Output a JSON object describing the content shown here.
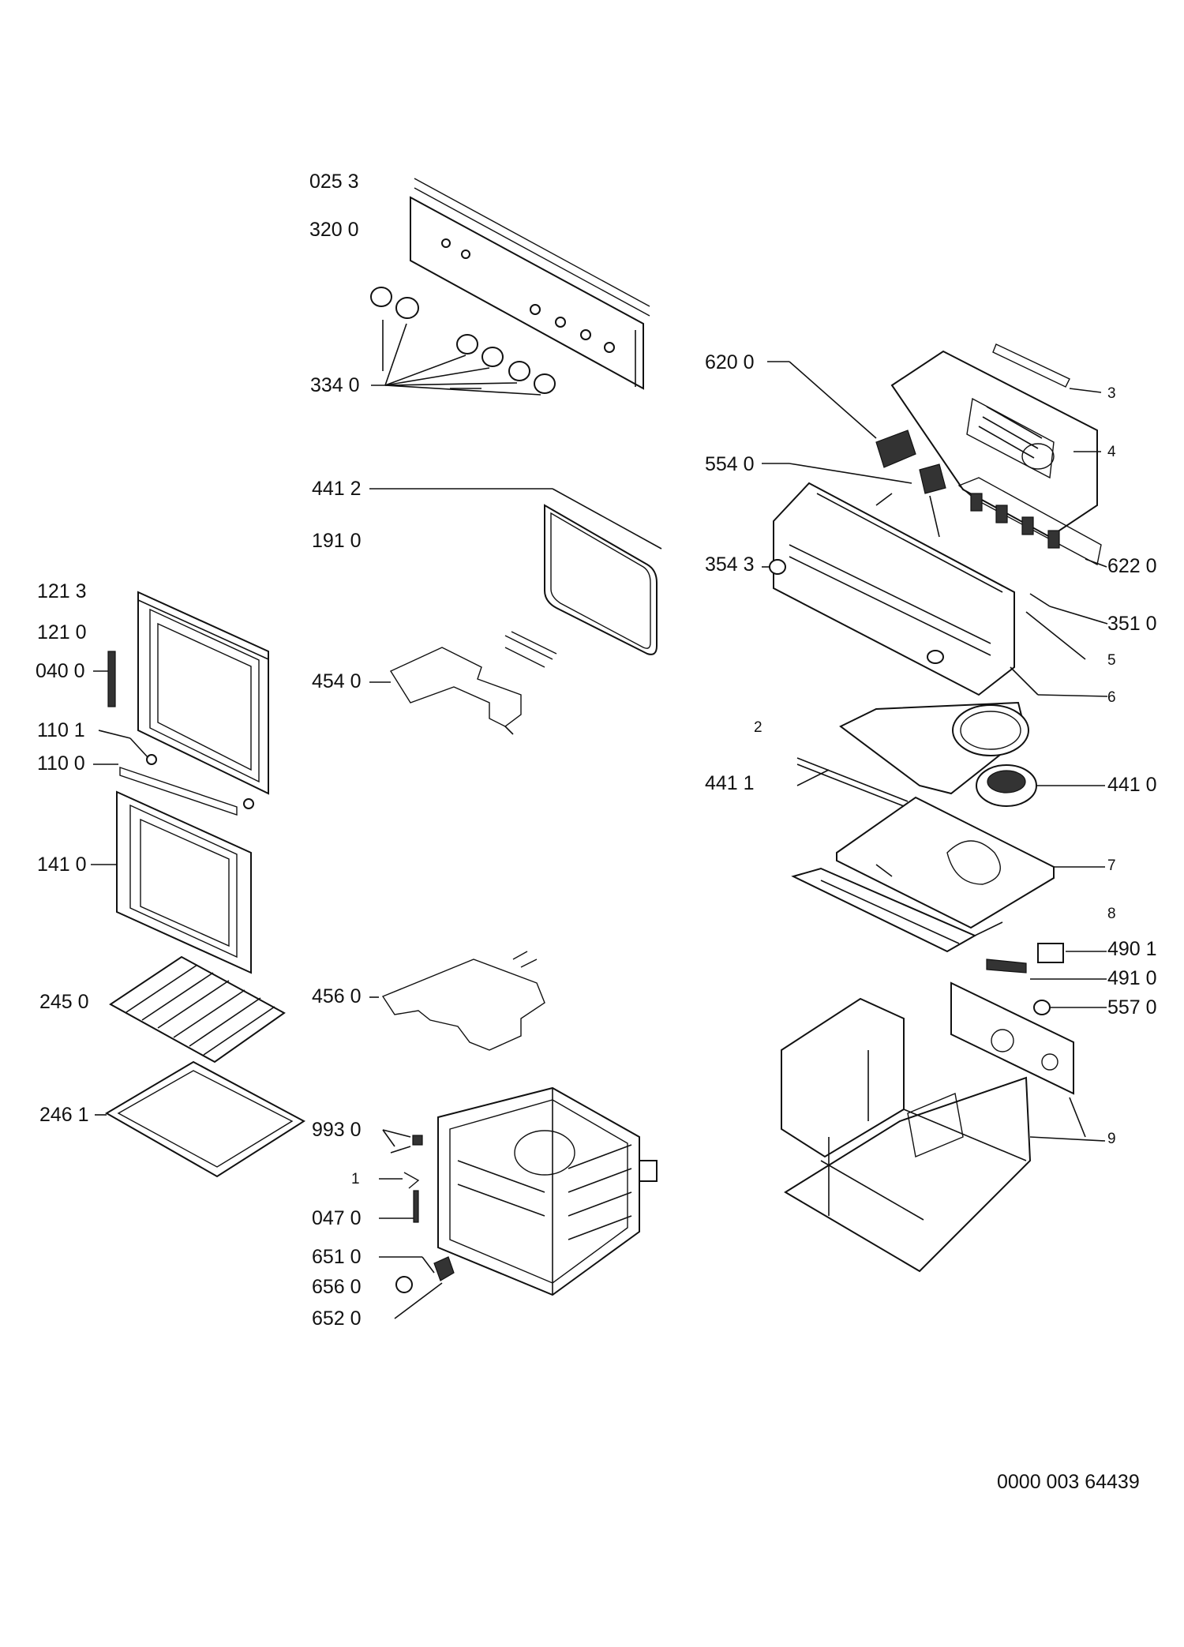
{
  "diagram": {
    "document_ref": "0000 003 64439",
    "labels": [
      {
        "id": "p0253",
        "text": "025 3"
      },
      {
        "id": "p3200",
        "text": "320 0"
      },
      {
        "id": "p3340",
        "text": "334 0"
      },
      {
        "id": "p4412",
        "text": "441 2"
      },
      {
        "id": "p1910",
        "text": "191 0"
      },
      {
        "id": "p4540",
        "text": "454 0"
      },
      {
        "id": "p1213",
        "text": "121 3"
      },
      {
        "id": "p1210",
        "text": "121 0"
      },
      {
        "id": "p0400",
        "text": "040 0"
      },
      {
        "id": "p1101",
        "text": "110 1"
      },
      {
        "id": "p1100",
        "text": "110 0"
      },
      {
        "id": "p1410",
        "text": "141 0"
      },
      {
        "id": "p2450",
        "text": "245 0"
      },
      {
        "id": "p4560",
        "text": "456 0"
      },
      {
        "id": "p2461",
        "text": "246 1"
      },
      {
        "id": "p9930",
        "text": "993 0"
      },
      {
        "id": "p1",
        "text": "1"
      },
      {
        "id": "p0470",
        "text": "047 0"
      },
      {
        "id": "p6510",
        "text": "651 0"
      },
      {
        "id": "p6560",
        "text": "656 0"
      },
      {
        "id": "p6520",
        "text": "652 0"
      },
      {
        "id": "p6200",
        "text": "620 0"
      },
      {
        "id": "p3",
        "text": "3"
      },
      {
        "id": "p4",
        "text": "4"
      },
      {
        "id": "p5540",
        "text": "554 0"
      },
      {
        "id": "p3543",
        "text": "354 3"
      },
      {
        "id": "p6220",
        "text": "622 0"
      },
      {
        "id": "p3510",
        "text": "351 0"
      },
      {
        "id": "p5",
        "text": "5"
      },
      {
        "id": "p6",
        "text": "6"
      },
      {
        "id": "p2",
        "text": "2"
      },
      {
        "id": "p4411",
        "text": "441 1"
      },
      {
        "id": "p4410",
        "text": "441 0"
      },
      {
        "id": "p7",
        "text": "7"
      },
      {
        "id": "p8",
        "text": "8"
      },
      {
        "id": "p4901",
        "text": "490 1"
      },
      {
        "id": "p4910",
        "text": "491 0"
      },
      {
        "id": "p5570",
        "text": "557 0"
      },
      {
        "id": "p9",
        "text": "9"
      }
    ]
  }
}
